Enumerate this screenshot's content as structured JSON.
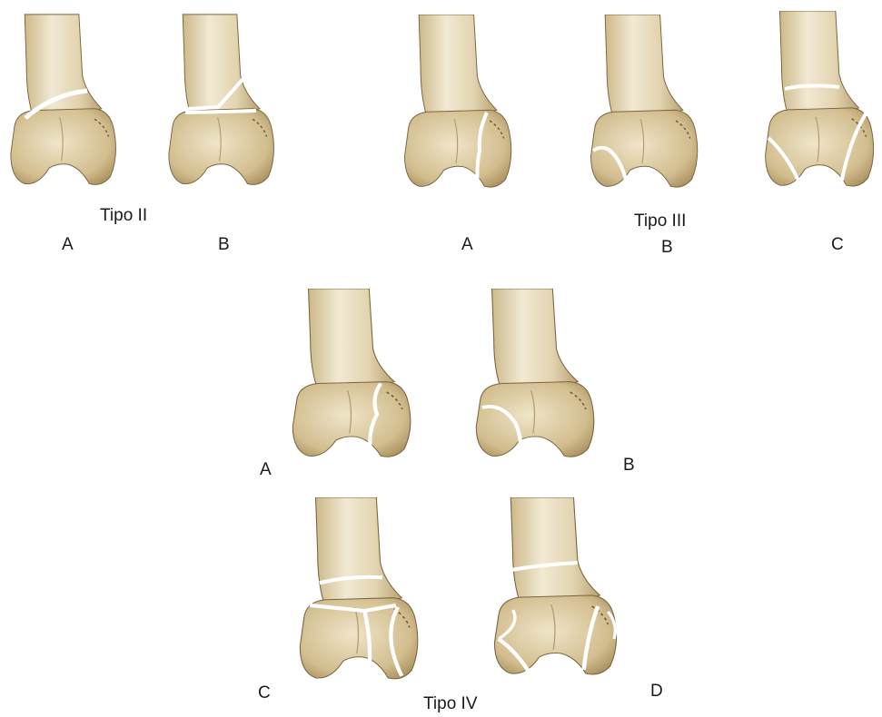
{
  "groups": {
    "tipo2": {
      "title": "Tipo II",
      "letters": [
        "A",
        "B"
      ]
    },
    "tipo3": {
      "title": "Tipo III",
      "letters": [
        "A",
        "B",
        "C"
      ]
    },
    "tipo4": {
      "title": "Tipo IV",
      "letters": [
        "A",
        "B",
        "C",
        "D"
      ]
    }
  },
  "colors": {
    "bone_light": "#efe6cf",
    "bone_mid": "#d6c49a",
    "bone_dark": "#a88e5c",
    "outline": "#6e5a36",
    "fracture": "#ffffff",
    "text": "#1a1a1a"
  }
}
